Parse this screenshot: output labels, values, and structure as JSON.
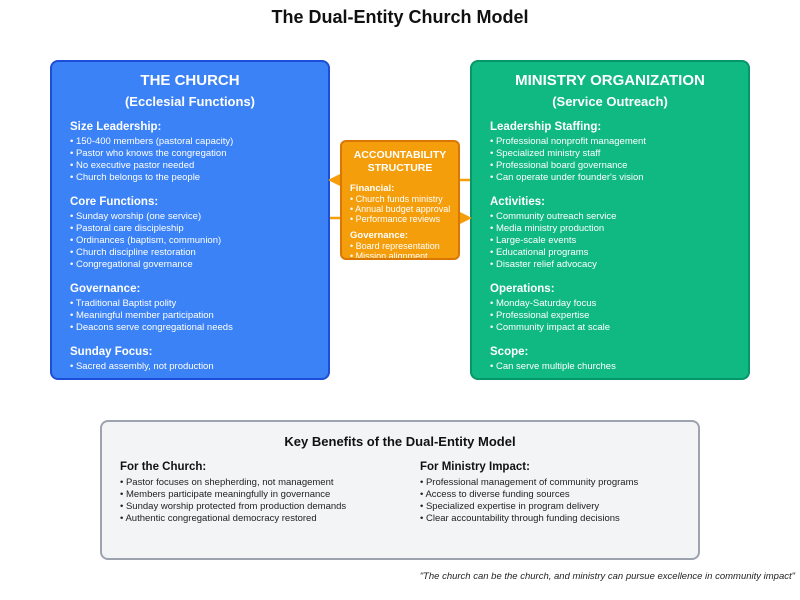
{
  "title": "The Dual-Entity Church Model",
  "church": {
    "title": "THE CHURCH",
    "subtitle": "(Ecclesial Functions)",
    "color": "#3b82f6",
    "sections": [
      {
        "heading": "Size Leadership:",
        "items": [
          "150-400 members (pastoral capacity)",
          "Pastor who knows the congregation",
          "No executive pastor needed",
          "Church belongs to the people"
        ]
      },
      {
        "heading": "Core Functions:",
        "items": [
          "Sunday worship (one service)",
          "Pastoral care discipleship",
          "Ordinances (baptism, communion)",
          "Church discipline restoration",
          "Congregational governance"
        ]
      },
      {
        "heading": "Governance:",
        "items": [
          "Traditional Baptist polity",
          "Meaningful member participation",
          "Deacons serve congregational needs"
        ]
      },
      {
        "heading": "Sunday Focus:",
        "items": [
          "Sacred assembly, not production"
        ]
      }
    ]
  },
  "ministry": {
    "title": "MINISTRY ORGANIZATION",
    "subtitle": "(Service Outreach)",
    "color": "#10b981",
    "sections": [
      {
        "heading": "Leadership Staffing:",
        "items": [
          "Professional nonprofit management",
          "Specialized ministry staff",
          "Professional board governance",
          "Can operate under founder's vision"
        ]
      },
      {
        "heading": "Activities:",
        "items": [
          "Community outreach service",
          "Media ministry production",
          "Large-scale events",
          "Educational programs",
          "Disaster relief advocacy"
        ]
      },
      {
        "heading": "Operations:",
        "items": [
          "Monday-Saturday focus",
          "Professional expertise",
          "Community impact at scale"
        ]
      },
      {
        "heading": "Scope:",
        "items": [
          "Can serve multiple churches"
        ]
      }
    ]
  },
  "accountability": {
    "title_line1": "ACCOUNTABILITY",
    "title_line2": "STRUCTURE",
    "color": "#f59e0b",
    "sections": [
      {
        "heading": "Financial:",
        "items": [
          "Church funds ministry",
          "Annual budget approval",
          "Performance reviews"
        ]
      },
      {
        "heading": "Governance:",
        "items": [
          "Board representation",
          "Mission alignment"
        ]
      }
    ]
  },
  "benefits": {
    "title": "Key Benefits of the Dual-Entity Model",
    "left": {
      "heading": "For the Church:",
      "items": [
        "Pastor focuses on shepherding, not management",
        "Members participate meaningfully in governance",
        "Sunday worship protected from production demands",
        "Authentic congregational democracy restored"
      ]
    },
    "right": {
      "heading": "For Ministry Impact:",
      "items": [
        "Professional management of community programs",
        "Access to diverse funding sources",
        "Specialized expertise in program delivery",
        "Clear accountability through funding decisions"
      ]
    }
  },
  "quote": "\"The church can be the church, and ministry can pursue excellence in community impact\""
}
